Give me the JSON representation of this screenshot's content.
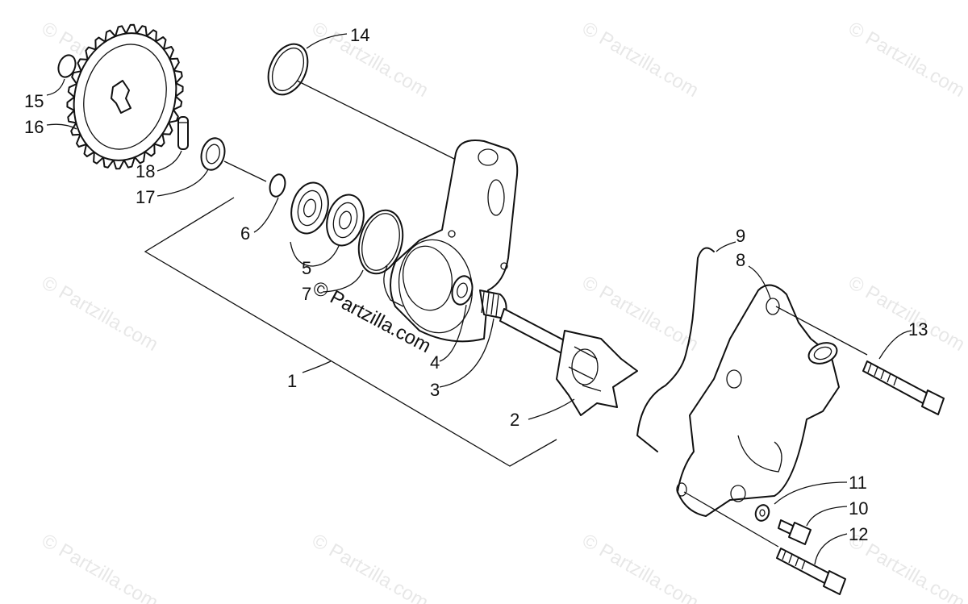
{
  "watermark": {
    "text": "© Partzilla.com"
  },
  "callouts": {
    "c1": "1",
    "c2": "2",
    "c3": "3",
    "c4": "4",
    "c5": "5",
    "c6": "6",
    "c7": "7",
    "c8": "8",
    "c9": "9",
    "c10": "10",
    "c11": "11",
    "c12": "12",
    "c13": "13",
    "c14": "14",
    "c15": "15",
    "c16": "16",
    "c17": "17",
    "c18": "18"
  }
}
